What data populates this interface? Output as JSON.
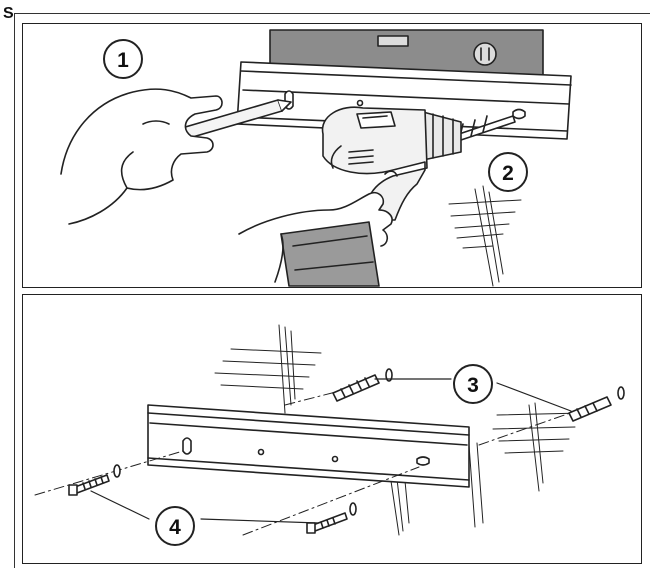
{
  "page_letter": "S",
  "steps": {
    "step1": "1",
    "step2": "2",
    "step3": "3",
    "step4": "4"
  },
  "colors": {
    "line": "#222222",
    "level_fill": "#8c8c8c",
    "skin_fill": "#ffffff",
    "drill_fill": "#f2f2f2",
    "battery_fill": "#9a9a9a"
  }
}
